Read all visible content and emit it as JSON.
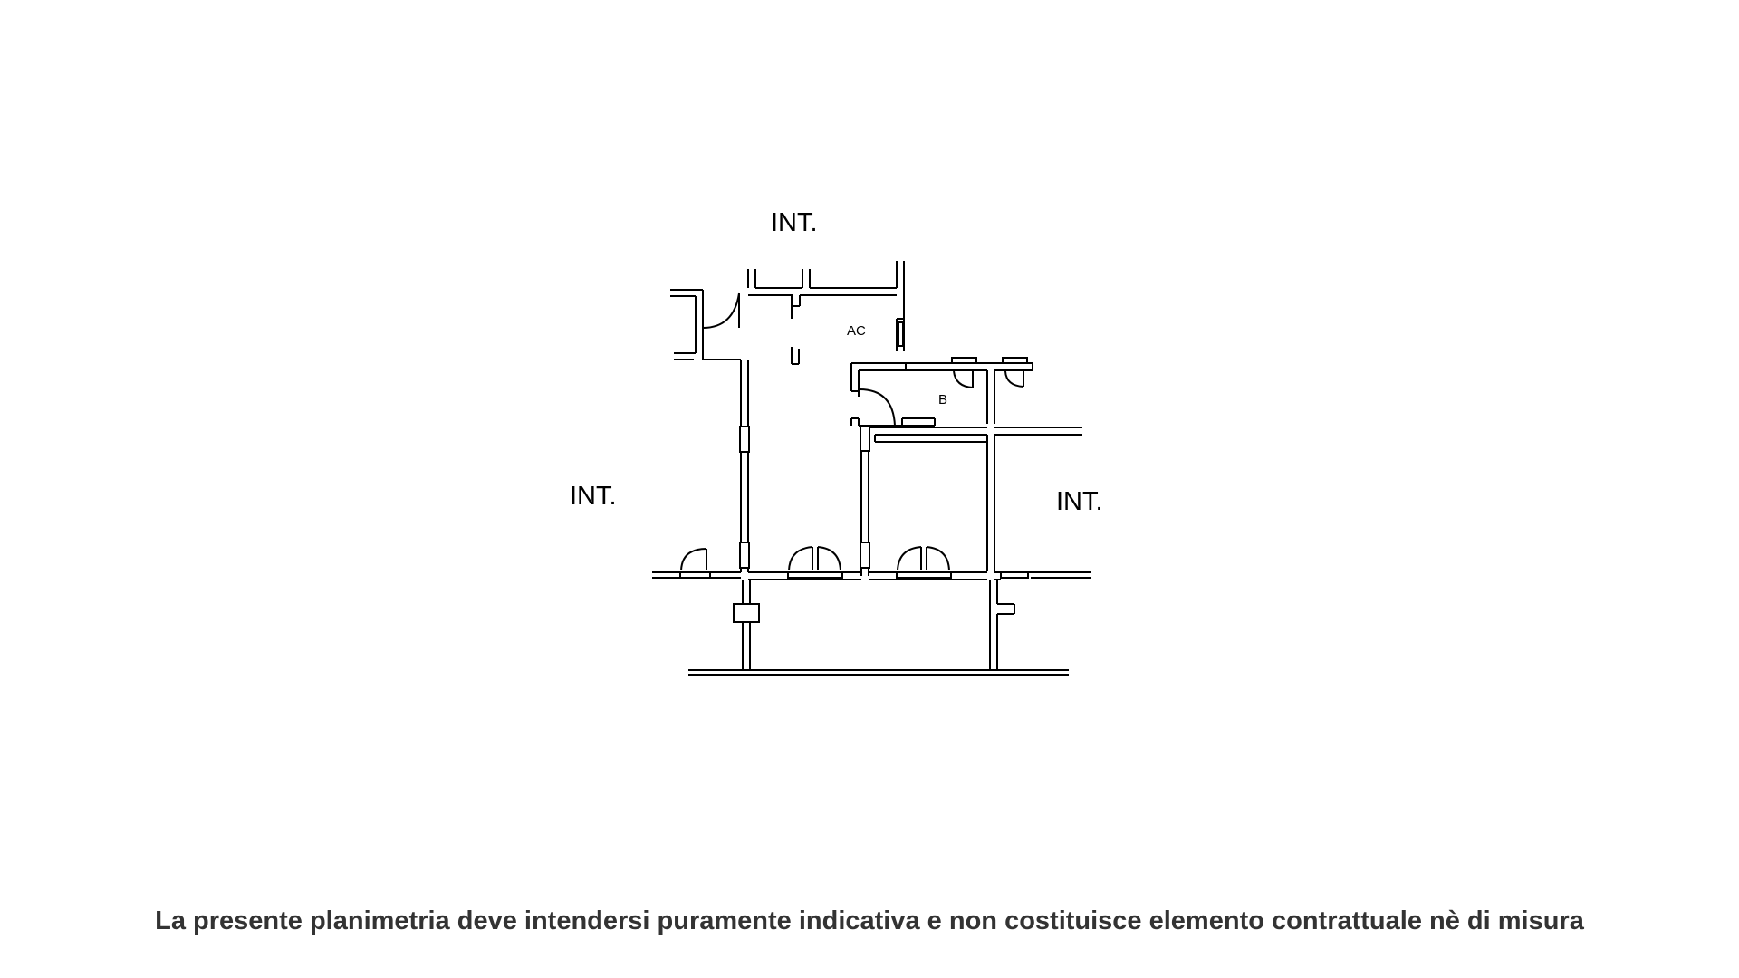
{
  "floorplan": {
    "labels": {
      "int_top": "INT.",
      "int_left": "INT.",
      "int_right": "INT.",
      "room_ac": "AC",
      "room_b": "B"
    },
    "disclaimer": "La presente planimetria deve intendersi puramente indicativa e non costituisce elemento contrattuale nè di misura"
  },
  "colors": {
    "wall": "#000000",
    "disclaimer": "#333333"
  }
}
